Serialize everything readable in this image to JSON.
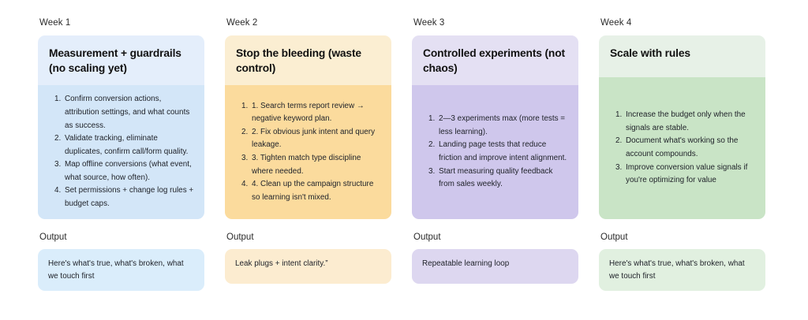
{
  "board": {
    "columns": [
      {
        "week_label": "Week 1",
        "title": "Measurement + guardrails (no scaling yet)",
        "items": [
          "Confirm conversion actions, attribution settings, and what counts as success.",
          "Validate tracking, eliminate duplicates, confirm call/form quality.",
          "Map offline conversions (what event, what source, how often).",
          "Set permissions + change log rules + budget caps."
        ],
        "output_label": "Output",
        "output_text": "Here's what's true, what's broken, what we touch first",
        "colors": {
          "header": "#e4eefb",
          "body": "#d3e6f8",
          "output": "#daedfb"
        }
      },
      {
        "week_label": "Week 2",
        "title": "Stop the bleeding (waste control)",
        "items": [
          "1. Search terms report review → negative keyword plan.",
          "2. Fix obvious junk intent and query leakage.",
          "3. Tighten match type discipline where needed.",
          "4. Clean up the campaign structure so learning isn't mixed."
        ],
        "output_label": "Output",
        "output_text": "Leak plugs + intent clarity.”",
        "colors": {
          "header": "#fbeed2",
          "body": "#fbdb9d",
          "output": "#fcecd0"
        }
      },
      {
        "week_label": "Week 3",
        "title": "Controlled experiments (not chaos)",
        "items": [
          "2—3 experiments max (more tests = less learning).",
          "Landing page tests that reduce friction and improve intent alignment.",
          "Start measuring quality feedback from sales weekly."
        ],
        "output_label": "Output",
        "output_text": "Repeatable learning loop",
        "colors": {
          "header": "#e4e0f3",
          "body": "#cfc7ec",
          "output": "#ddd7f0"
        }
      },
      {
        "week_label": "Week 4",
        "title": "Scale with rules",
        "items": [
          "Increase the budget only when the signals are stable.",
          "Document what's working so the account compounds.",
          "Improve conversion value signals if you're optimizing for value"
        ],
        "output_label": "Output",
        "output_text": "Here's what's true, what's broken, what we touch first",
        "colors": {
          "header": "#e7f1e7",
          "body": "#c9e4c6",
          "output": "#e1f0e0"
        }
      }
    ]
  }
}
